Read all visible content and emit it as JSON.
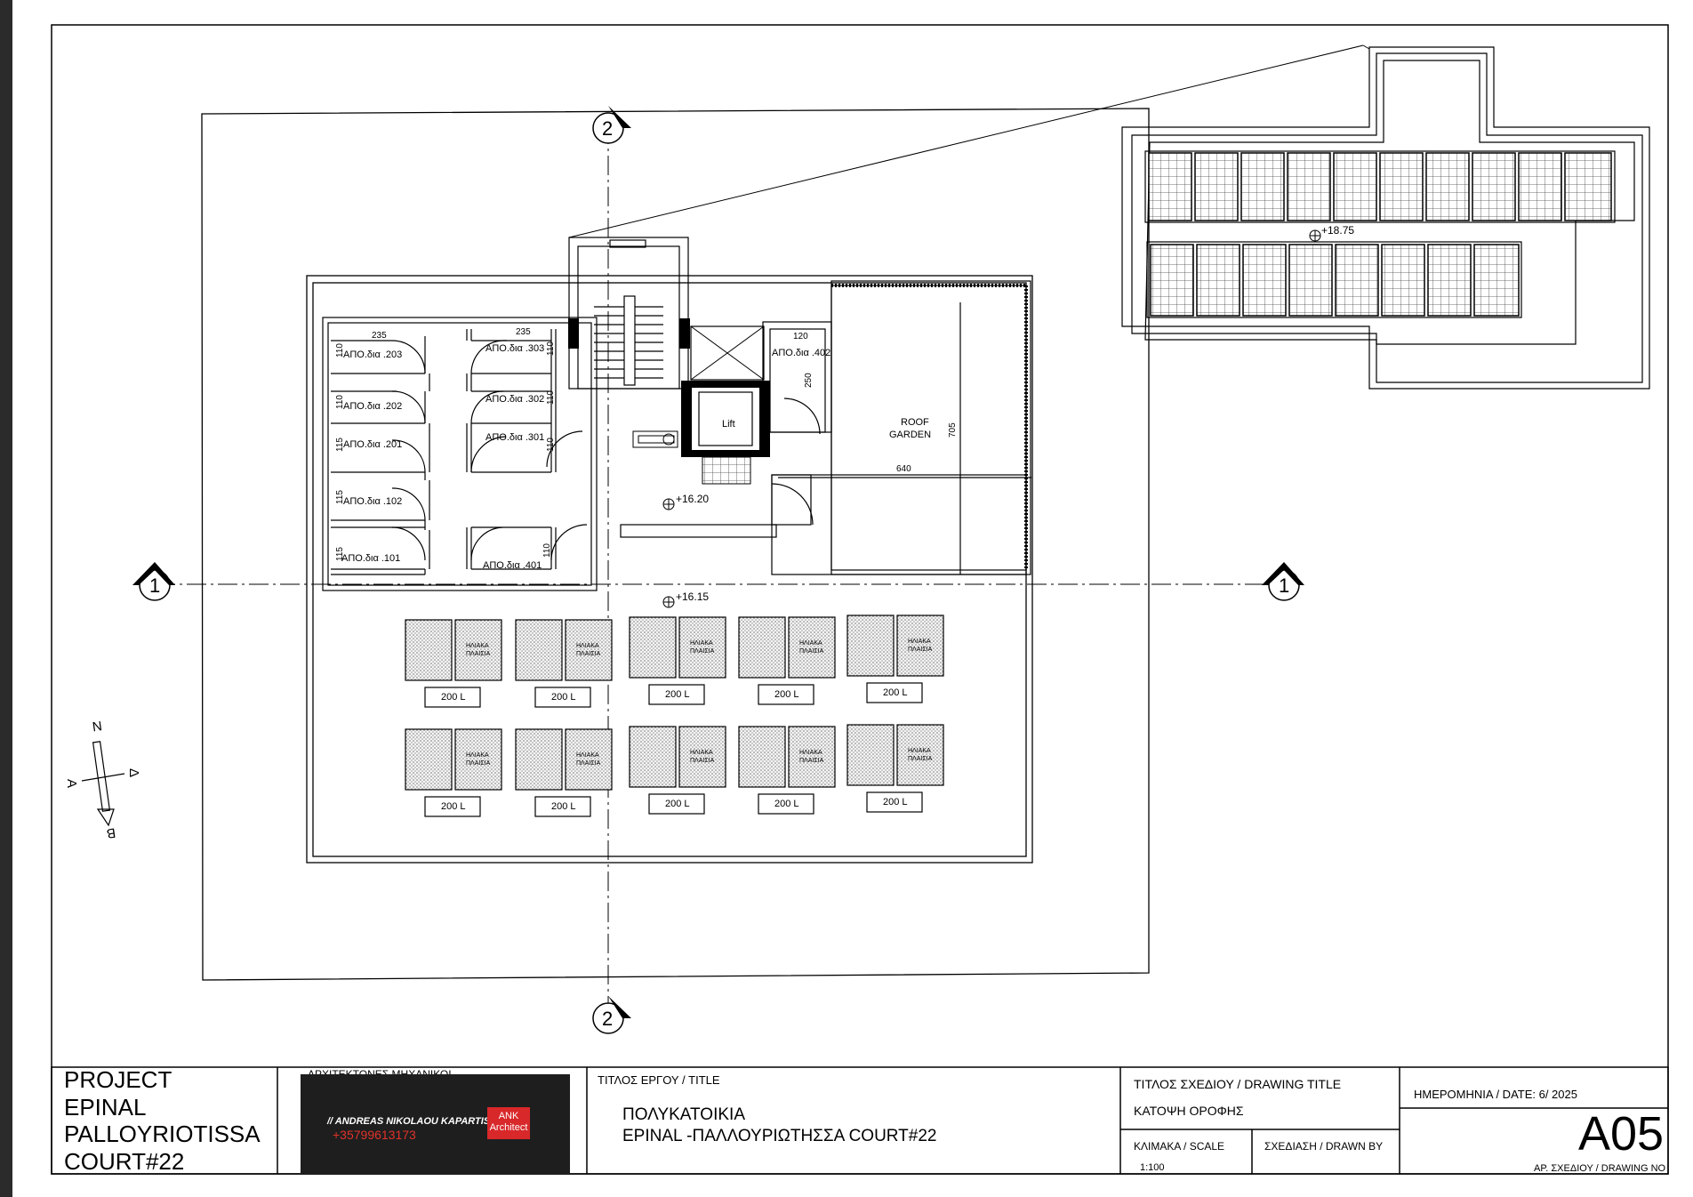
{
  "rooms": {
    "r203": "ΑΠΟ.δια .203",
    "r202": "ΑΠΟ.δια .202",
    "r201": "ΑΠΟ.δια .201",
    "r102": "ΑΠΟ.δια .102",
    "r101": "ΑΠΟ.δια .101",
    "r303": "ΑΠΟ.δια .303",
    "r302": "ΑΠΟ.δια .302",
    "r301": "ΑΠΟ.δια .301",
    "r401": "ΑΠΟ.δια .401",
    "r402": "ΑΠΟ.δια .402"
  },
  "dims": {
    "d235a": "235",
    "d235b": "235",
    "d120": "120",
    "d110a": "110",
    "d110b": "110",
    "d115a": "115",
    "d115b": "115",
    "d115c": "115",
    "d110c": "110",
    "d110d": "110",
    "d110e": "110",
    "d110f": "110",
    "d250": "250",
    "d640": "640",
    "d705": "705"
  },
  "labels": {
    "lift": "Lift",
    "roof_garden_1": "ROOF",
    "roof_garden_2": "GARDEN",
    "level_1": "+16.20",
    "level_2": "+16.15",
    "level_3": "+18.75",
    "tank": "200 L",
    "panel_1": "ΗΛΙΑΚΑ",
    "panel_2": "ΠΛΑΙΣΙΑ"
  },
  "grid": {
    "axis_1": "1",
    "axis_2": "2"
  },
  "compass": {
    "n": "N",
    "b": "B",
    "a": "A",
    "d": "Δ"
  },
  "title_block": {
    "project_1": "PROJECT",
    "project_2": "EPINAL",
    "project_3": "PALLOYRIOTISSA",
    "project_4": "COURT#22",
    "architects_label": "ΑΡΧΙΤΕΚΤΟΝΕΣ ΜΗΧΑΝΙΚΟΙ",
    "logo_name": "// ANDREAS NIKOLAOU KAPARTIS",
    "logo_phone": "+35799613173",
    "logo_badge_1": "ANK",
    "logo_badge_2": "Architect",
    "project_title_label": "ΤΙΤΛΟΣ ΕΡΓΟΥ / TITLE",
    "project_title_1": "ΠΟΛΥΚΑΤΟΙΚΙΑ",
    "project_title_2": "EPINAL -ΠΑΛΛΟΥΡΙΩΤΗΣΣΑ COURT#22",
    "drawing_title_label": "ΤΙΤΛΟΣ ΣΧΕΔΙΟΥ / DRAWING TITLE",
    "drawing_title": "ΚΑΤΟΨΗ ΟΡΟΦΗΣ",
    "scale_label": "ΚΛΙΜΑΚΑ / SCALE",
    "scale_value": "1:100",
    "drawn_by_label": "ΣΧΕΔΙΑΣΗ / DRAWN BY",
    "date_label": "ΗΜΕΡΟΜΗΝΙΑ / DATE: 6/ 2025",
    "drawing_no": "A05",
    "drawing_no_label": "ΑΡ. ΣΧΕΔΙΟΥ / DRAWING NO"
  }
}
